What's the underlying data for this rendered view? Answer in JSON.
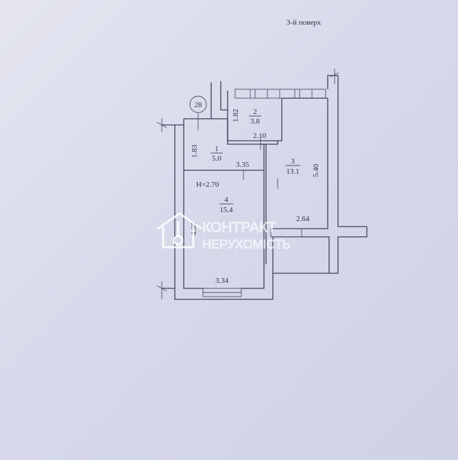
{
  "floor_label": "3-й поверх",
  "apartment_number": "28",
  "ceiling_height": "H=2.70",
  "rooms": [
    {
      "number": "1",
      "area": "5.0"
    },
    {
      "number": "2",
      "area": "3.8"
    },
    {
      "number": "3",
      "area": "13.1"
    },
    {
      "number": "4",
      "area": "15.4"
    }
  ],
  "dimensions": {
    "d1_83": "1.83",
    "d1_82": "1.82",
    "d2_10": "2.10",
    "d3_35": "3.35",
    "d5_40": "5.40",
    "d4_62": "4.62",
    "d2_64": "2.64",
    "d3_34": "3.34"
  },
  "watermark": {
    "line1": "КОНТРАКТ",
    "line2": "НЕРУХОМІСТЬ"
  },
  "colors": {
    "paper": "#d6d8ea",
    "ink": "#3b3e55"
  }
}
